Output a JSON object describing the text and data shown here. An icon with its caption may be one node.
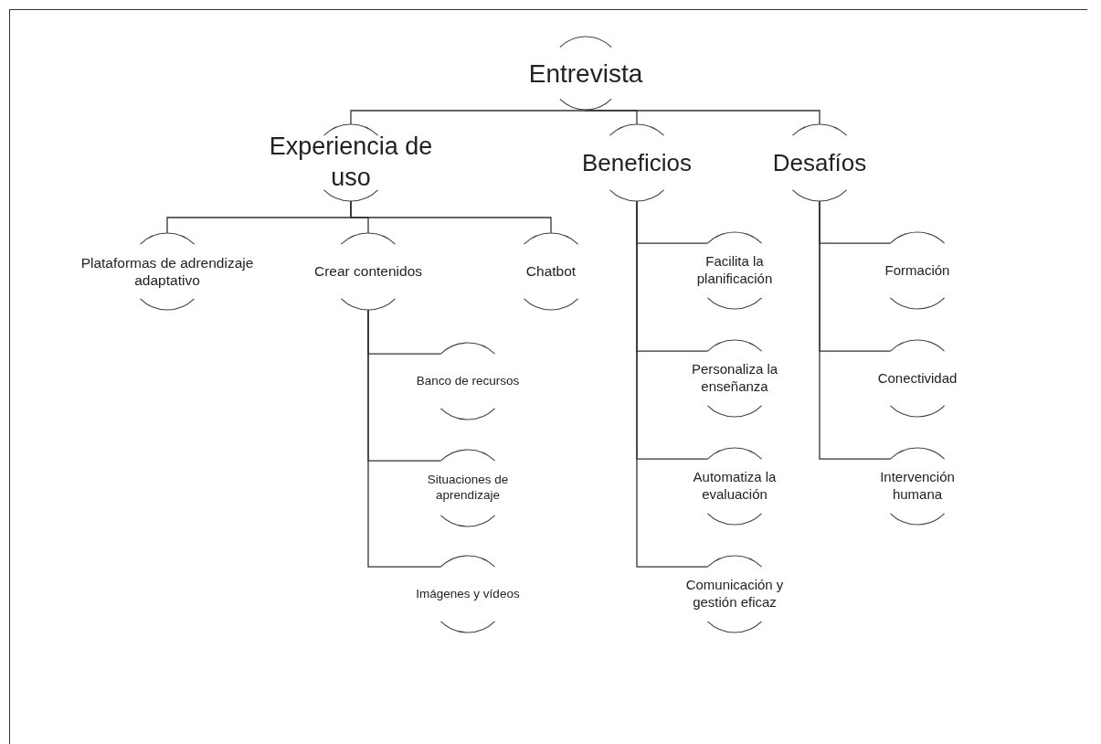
{
  "diagram": {
    "nodes": [
      {
        "text": [
          "Entrevista"
        ]
      },
      {
        "text": [
          "Experiencia de uso"
        ]
      },
      {
        "text": [
          "Beneficios"
        ]
      },
      {
        "text": [
          "Desafíos"
        ]
      },
      {
        "text": [
          "Plataformas de adrendizaje adaptativo"
        ]
      },
      {
        "text": [
          "Crear contenidos"
        ]
      },
      {
        "text": [
          "Chatbot"
        ]
      },
      {
        "text": [
          "Banco de recursos"
        ]
      },
      {
        "text": [
          "Situaciones de aprendizaje"
        ]
      },
      {
        "text": [
          "Imágenes y vídeos"
        ]
      },
      {
        "text": [
          "Facilita la planificación"
        ]
      },
      {
        "text": [
          "Personaliza la enseñanza"
        ]
      },
      {
        "text": [
          "Automatiza la evaluación"
        ]
      },
      {
        "text": [
          "Comunicación y gestión eficaz"
        ]
      },
      {
        "text": [
          "Formación"
        ]
      },
      {
        "text": [
          "Conectividad"
        ]
      },
      {
        "text": [
          "Intervención humana"
        ]
      }
    ],
    "edges": [
      {
        "from": 0,
        "to": 1,
        "arrow": "none"
      },
      {
        "from": 0,
        "to": 2,
        "arrow": "none"
      },
      {
        "from": 0,
        "to": 3,
        "arrow": "none"
      },
      {
        "from": 1,
        "to": 4,
        "arrow": "none"
      },
      {
        "from": 1,
        "to": 5,
        "arrow": "none"
      },
      {
        "from": 1,
        "to": 6,
        "arrow": "none"
      },
      {
        "from": 5,
        "to": 7,
        "arrow": "none"
      },
      {
        "from": 5,
        "to": 8,
        "arrow": "none"
      },
      {
        "from": 5,
        "to": 9,
        "arrow": "none"
      },
      {
        "from": 2,
        "to": 10,
        "arrow": "none"
      },
      {
        "from": 2,
        "to": 11,
        "arrow": "none"
      },
      {
        "from": 2,
        "to": 12,
        "arrow": "none"
      },
      {
        "from": 2,
        "to": 13,
        "arrow": "none"
      },
      {
        "from": 3,
        "to": 14,
        "arrow": "none"
      },
      {
        "from": 3,
        "to": 15,
        "arrow": "none"
      },
      {
        "from": 3,
        "to": 16,
        "arrow": "none"
      }
    ]
  }
}
